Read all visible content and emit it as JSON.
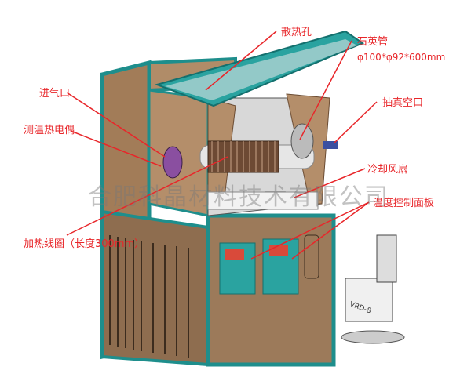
{
  "labels": {
    "vent_holes": "散热孔",
    "quartz_tube": "石英管",
    "tube_size": "φ100*φ92*600mm",
    "gas_inlet": "进气口",
    "vacuum_port": "抽真空口",
    "thermocouple": "测温热电偶",
    "cooling_fan": "冷却风扇",
    "control_panel": "温度控制面板",
    "heating_coil": "加热线圈（长度300mm）"
  },
  "pump_label": "VRD-8",
  "watermark": "合肥科晶材料技术有限公司",
  "colors": {
    "frame": "#2aa3a0",
    "body": "#a5825f",
    "label": "#e8262a",
    "purple": "#8a4fa0"
  }
}
